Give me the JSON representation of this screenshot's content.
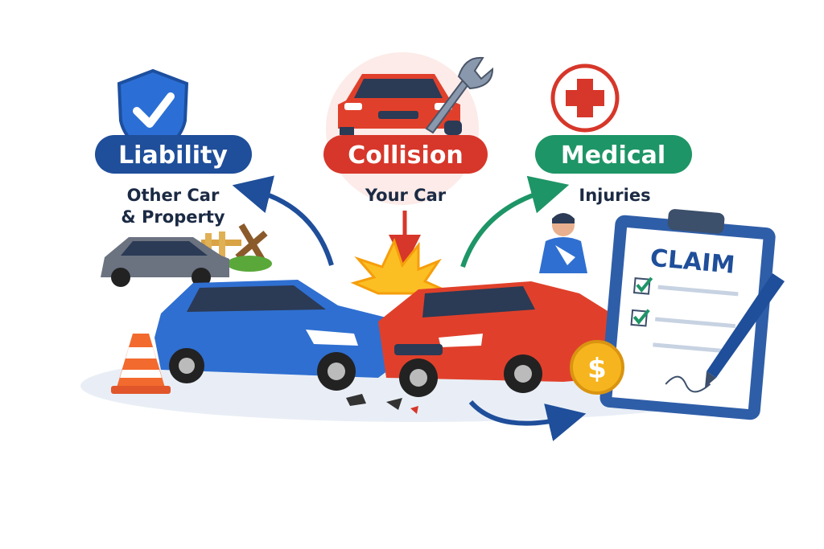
{
  "categories": [
    {
      "title": "Liability",
      "subtitle_lines": [
        "Other Car",
        "& Property"
      ],
      "color": "#1f4e9a",
      "icon": "shield-check-icon"
    },
    {
      "title": "Collision",
      "subtitle_lines": [
        "Your Car"
      ],
      "color": "#d6372a",
      "icon": "car-wrench-icon"
    },
    {
      "title": "Medical",
      "subtitle_lines": [
        "Injuries"
      ],
      "color": "#1e9566",
      "icon": "medical-cross-icon"
    }
  ],
  "claim": {
    "title": "CLAIM",
    "coin_symbol": "$"
  },
  "colors": {
    "blue_car": "#2f6fd1",
    "red_car": "#e0402b",
    "gray_car": "#6b7280",
    "arrow_blue": "#1f4e9a",
    "arrow_red": "#d6372a",
    "arrow_green": "#1e9566"
  }
}
